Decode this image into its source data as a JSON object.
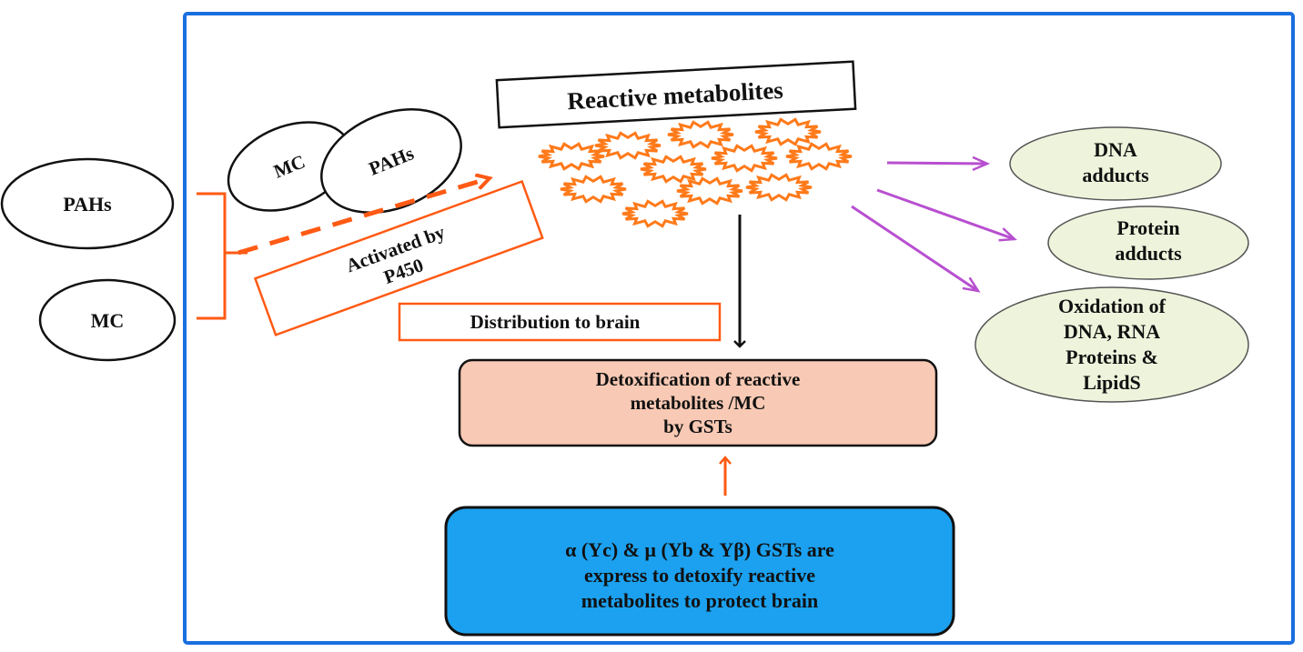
{
  "colors": {
    "frame": "#1a6fe0",
    "orange": "#ff5a14",
    "star": "#ff7a1a",
    "purple": "#b84fd0",
    "outcome_fill": "#eef4dc",
    "detox_fill": "#f8c9b4",
    "gst_fill": "#1ba1f0"
  },
  "inputs": {
    "pahs": "PAHs",
    "mc": "MC"
  },
  "combined": {
    "mc": "MC",
    "pahs": "PAHs"
  },
  "activation": {
    "line1": "Activated by",
    "line2": "P450"
  },
  "reactive_metabolites": {
    "title": "Reactive metabolites",
    "icon": "starburst-icon",
    "count": 12
  },
  "outcomes": [
    {
      "lines": [
        "DNA",
        "adducts"
      ]
    },
    {
      "lines": [
        "Protein",
        "adducts"
      ]
    },
    {
      "lines": [
        "Oxidation  of",
        "DNA, RNA",
        "Proteins  &",
        "LipidS"
      ]
    }
  ],
  "distribution": "Distribution  to brain",
  "detox": {
    "lines": [
      "Detoxification  of reactive",
      "metabolites  /MC",
      "by  GSTs"
    ]
  },
  "gsts": {
    "lines": [
      "α (Yc) & μ (Yb & Yβ) GSTs are",
      "express  to detoxify  reactive",
      "metabolites  to protect brain"
    ]
  }
}
